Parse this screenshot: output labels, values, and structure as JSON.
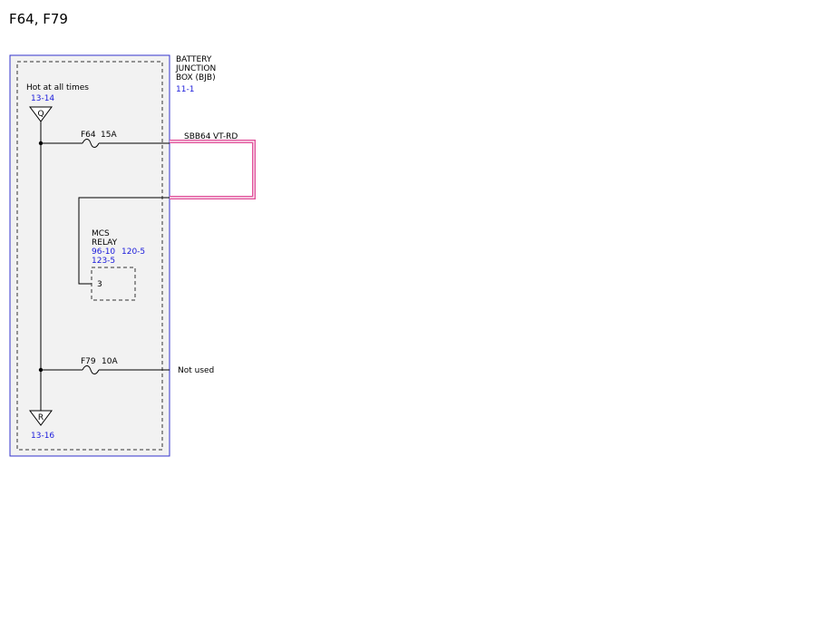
{
  "title": "F64, F79",
  "component": {
    "name_line1": "BATTERY",
    "name_line2": "JUNCTION",
    "name_line3": "BOX (BJB)",
    "ref": "11-1"
  },
  "hot_at_all_times": "Hot at all times",
  "connector_q": {
    "ref": "13-14",
    "letter": "Q"
  },
  "connector_r": {
    "ref": "13-16",
    "letter": "R"
  },
  "fuse_f64": {
    "name": "F64",
    "rating": "15A"
  },
  "fuse_f79": {
    "name": "F79",
    "rating": "10A"
  },
  "wire_f64": {
    "circuit": "SBB64",
    "color": "VT-RD"
  },
  "f79_output": "Not used",
  "relay": {
    "line1": "MCS",
    "line2": "RELAY",
    "ref1": "96-10",
    "ref2": "120-5",
    "ref3": "123-5",
    "pin": "3"
  },
  "colors": {
    "box_border": "#3333cc",
    "box_fill": "#f2f2f2",
    "reference_text": "#1a1adb",
    "highlight_loop": "#e0509a"
  }
}
